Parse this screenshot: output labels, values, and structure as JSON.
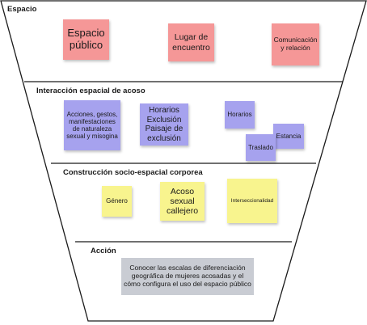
{
  "sections": [
    {
      "heading": "Espacio",
      "notes": [
        {
          "text": "Espacio público",
          "color": "#f59797"
        },
        {
          "text": "Lugar de encuentro",
          "color": "#f59797"
        },
        {
          "text": "Comunicación y relación",
          "color": "#f59797"
        }
      ]
    },
    {
      "heading": "Interacción espacial de acoso",
      "notes": [
        {
          "text": "Acciones, gestos, manifestaciones de naturaleza sexual y misogina",
          "color": "#a6a2ee"
        },
        {
          "text": "Horarios Exclusión Paisaje de exclusión",
          "color": "#a6a2ee"
        },
        {
          "text": "Horarios",
          "color": "#a6a2ee"
        },
        {
          "text": "Estancia",
          "color": "#a6a2ee"
        },
        {
          "text": "Traslado",
          "color": "#a6a2ee"
        }
      ]
    },
    {
      "heading": "Construcción socio-espacial corporea",
      "notes": [
        {
          "text": "Género",
          "color": "#f8f48e"
        },
        {
          "text": "Acoso sexual callejero",
          "color": "#f8f48e"
        },
        {
          "text": "Interseccionalidad",
          "color": "#f8f48e"
        }
      ]
    },
    {
      "heading": "Acción",
      "notes": [
        {
          "text": "Conocer las escalas de diferenciación geográfica de mujeres acosadas y el cómo configura el uso del espacio público",
          "color": "#c9ccd3"
        }
      ]
    }
  ]
}
